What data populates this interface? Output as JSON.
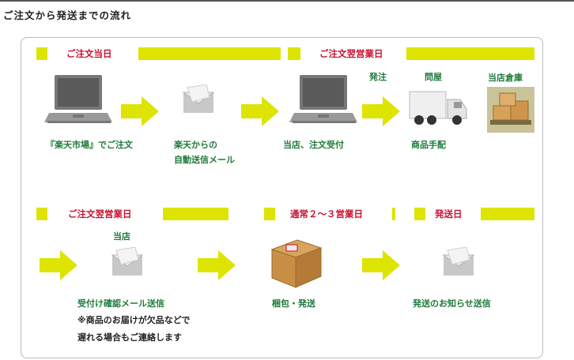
{
  "page_title": "ご注文から発送までの流れ",
  "row1": {
    "band_left": "ご注文当日",
    "band_right": "ご注文翌営業日",
    "label_hassou_chu": "発注",
    "label_tonya": "問屋",
    "label_souko": "当店倉庫",
    "cap_rakuten": "『楽天市場』でご注文",
    "cap_mail_line1": "楽天からの",
    "cap_mail_line2": "自動送信メール",
    "cap_store": "当店、注文受付",
    "cap_goods": "商品手配"
  },
  "row2": {
    "band_left": "ご注文翌営業日",
    "band_mid": "通常２〜３営業日",
    "band_right": "発送日",
    "label_store": "当店",
    "cap_confirm": "受付け確認メール送信",
    "note_line1": "※商品のお届けが欠品などで",
    "note_line2": "遅れる場合もご連絡します",
    "cap_pack": "梱包・発送",
    "cap_notice": "発送のお知らせ送信"
  },
  "icons": [
    "laptop-icon",
    "envelope-icon",
    "arrow-icon",
    "truck-icon",
    "boxes-icon",
    "package-icon"
  ],
  "colors": {
    "band": "#dde400",
    "band_text": "#c8102e",
    "label_green": "#1f7a3a",
    "arrow": "#dde400"
  }
}
